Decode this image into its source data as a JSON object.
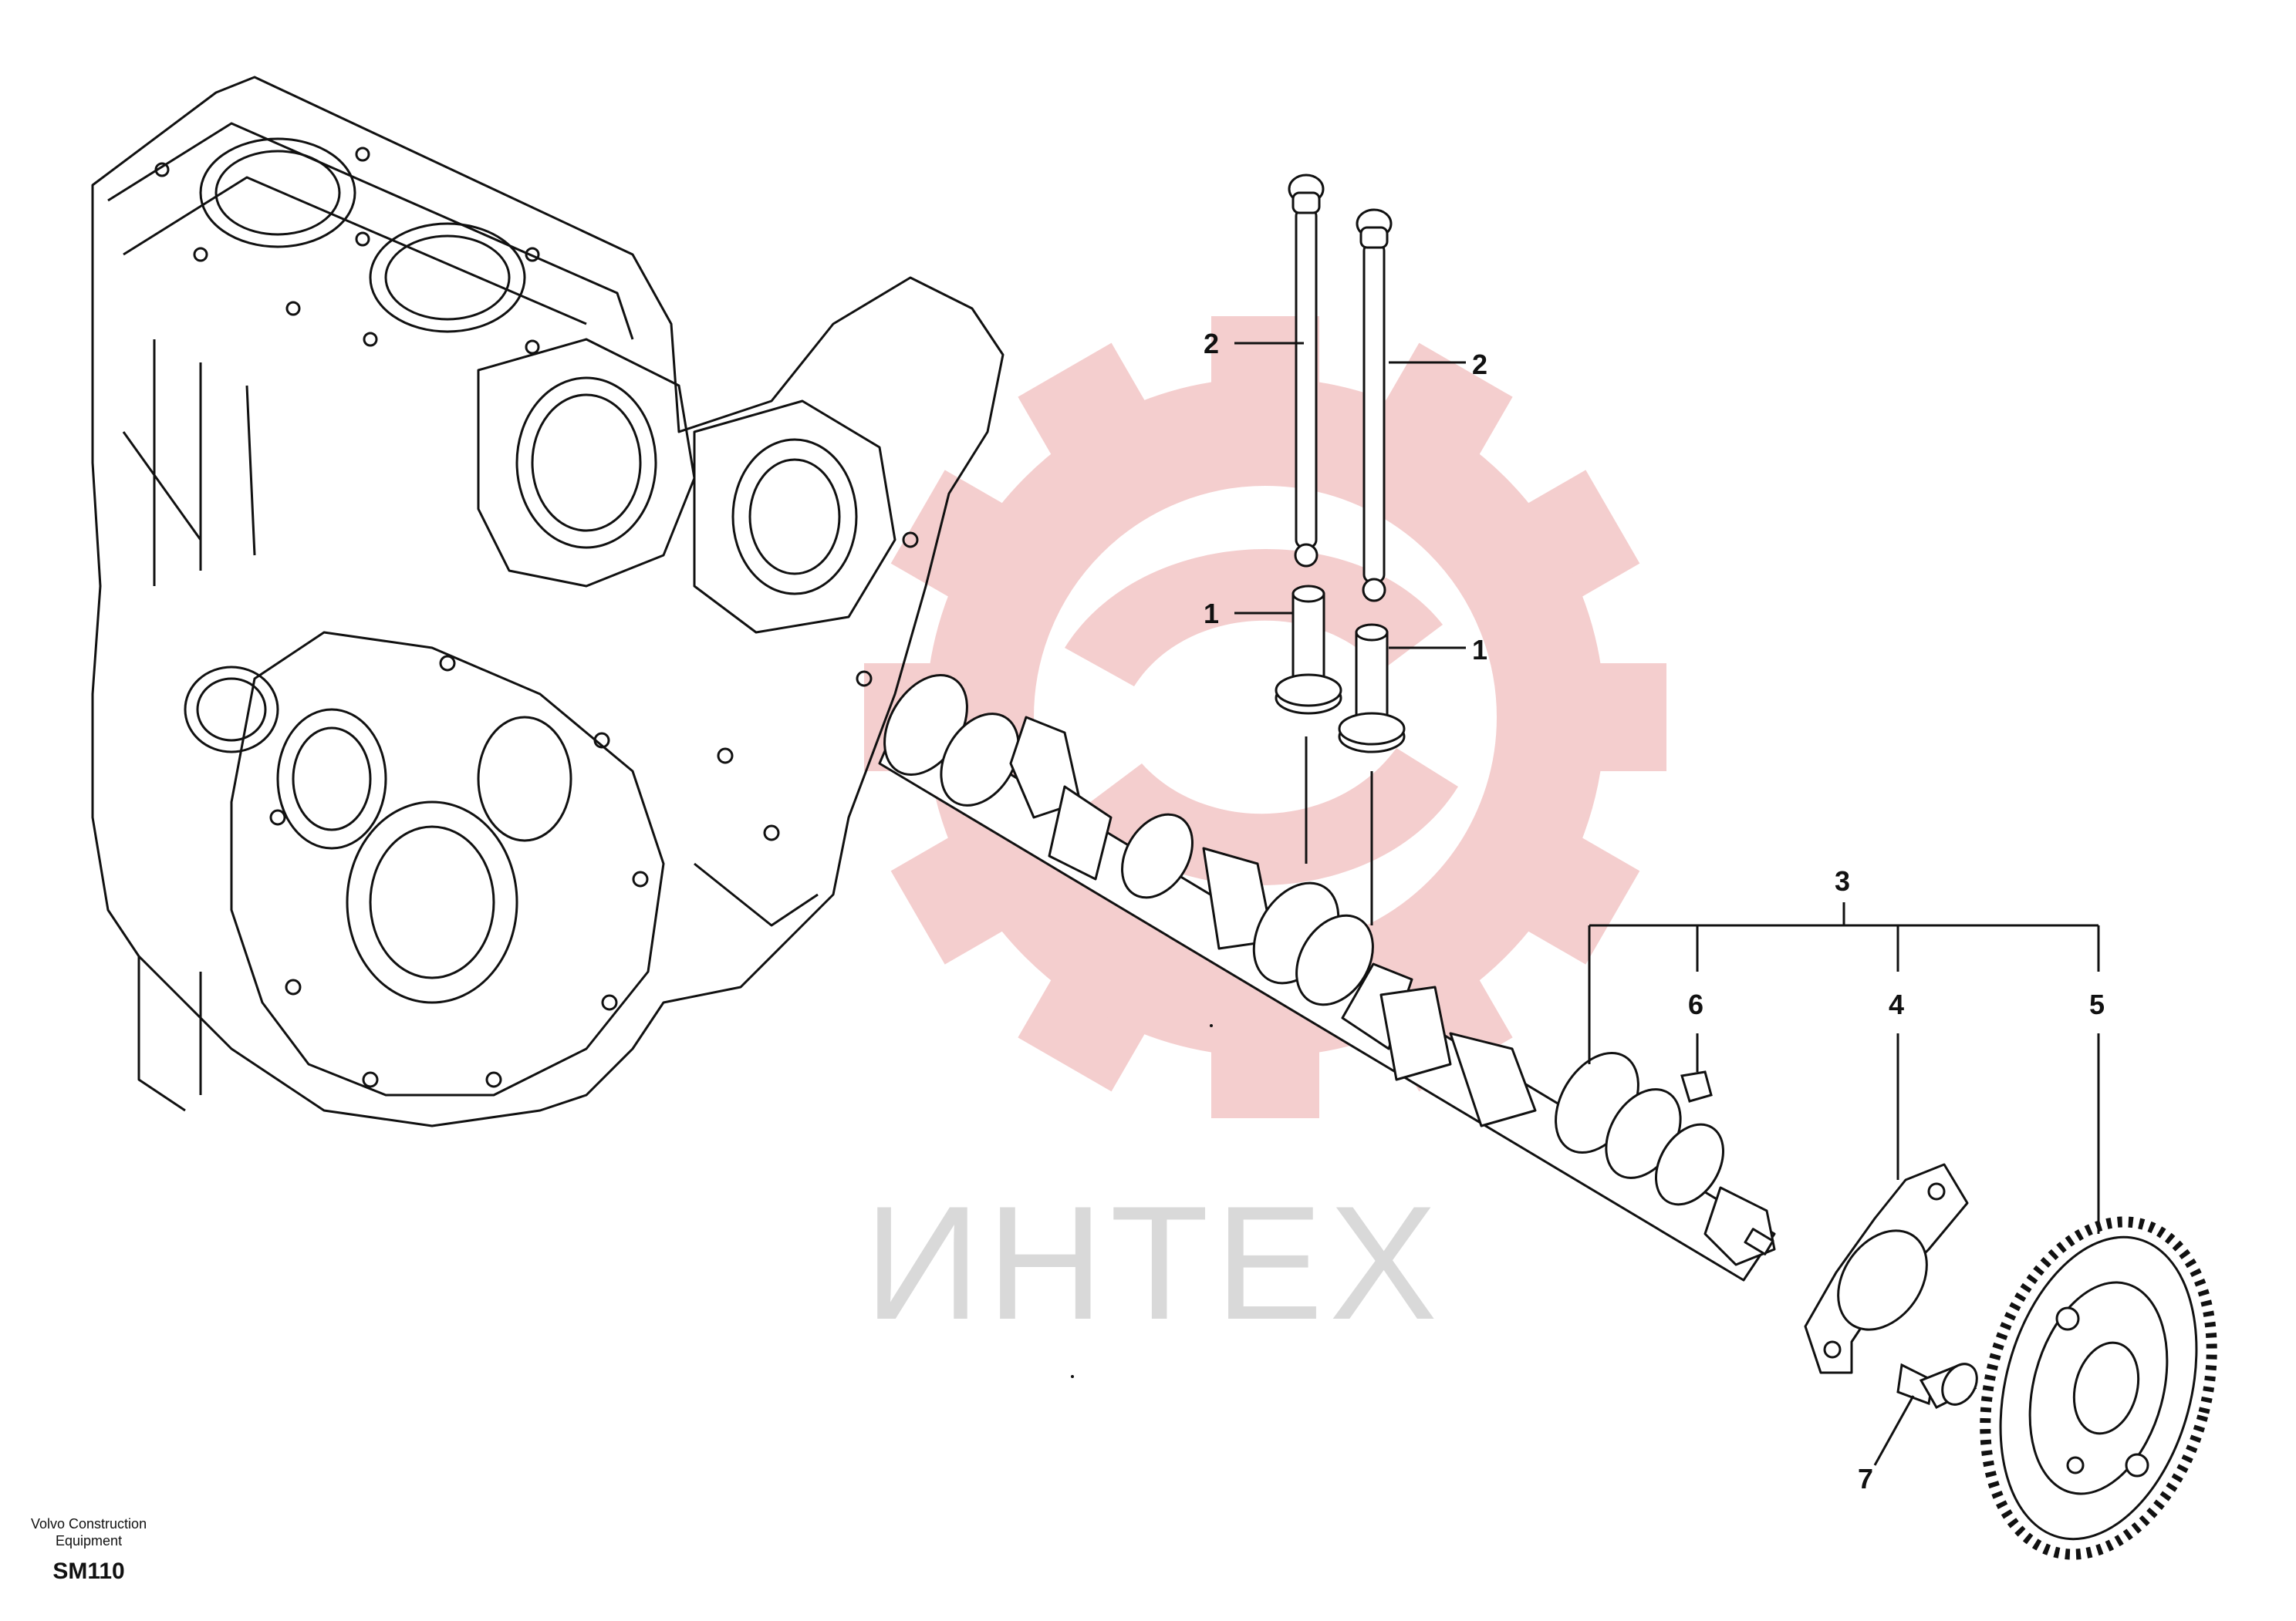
{
  "watermark": {
    "text": "ИНТЕХ",
    "logo_icon": "gear-logo-icon",
    "color_logo": "#f3c9c9",
    "color_text": "#d9d9d9"
  },
  "callouts": [
    "1",
    "1",
    "2",
    "2",
    "3",
    "4",
    "5",
    "6",
    "7"
  ],
  "footer": {
    "brand_line1": "Volvo Construction",
    "brand_line2": "Equipment",
    "model": "SM110"
  },
  "colors": {
    "line": "#111111",
    "background": "#ffffff"
  }
}
